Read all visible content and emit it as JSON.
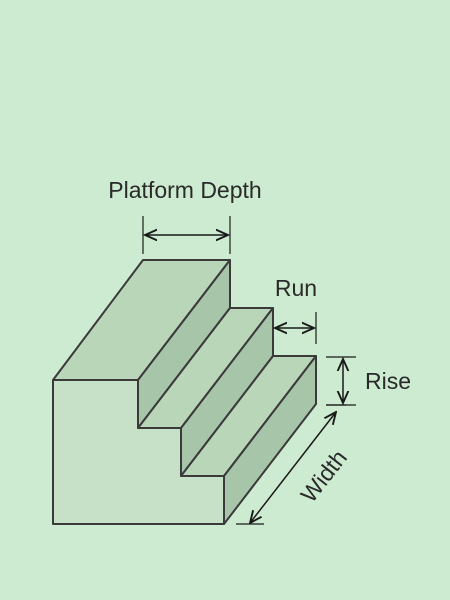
{
  "diagram": {
    "labels": {
      "platform_depth": "Platform Depth",
      "run": "Run",
      "rise": "Rise",
      "width": "Width"
    },
    "colors": {
      "background": "#cdebd0",
      "front_face": "#c7e1c8",
      "top_face": "#b9d6b9",
      "riser_face": "#a7c6a9",
      "edge": "#3a3a3a"
    }
  }
}
